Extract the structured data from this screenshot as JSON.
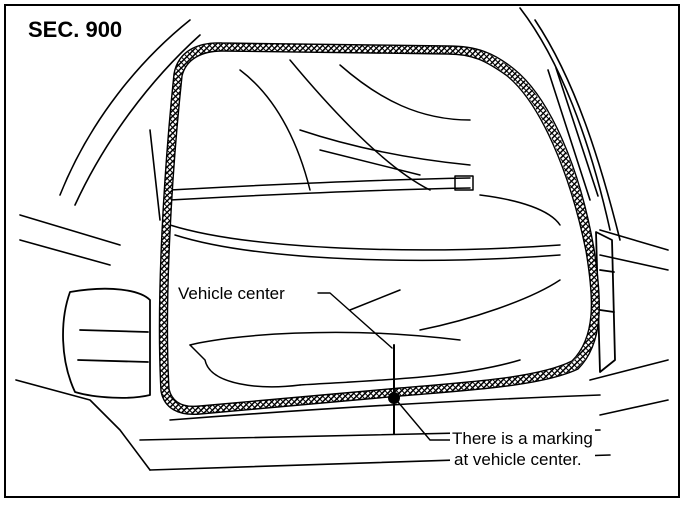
{
  "section_label": "SEC. 900",
  "callouts": {
    "vehicle_center": "Vehicle center",
    "marking_line1": "There is a marking",
    "marking_line2": "at vehicle center."
  },
  "colors": {
    "line": "#000000",
    "background": "#ffffff"
  }
}
